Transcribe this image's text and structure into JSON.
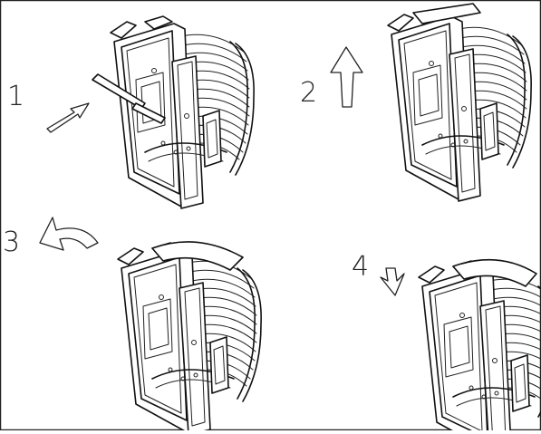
{
  "steps": [
    {
      "number": "1",
      "motion": "insert-diagonal"
    },
    {
      "number": "2",
      "motion": "lift-up"
    },
    {
      "number": "3",
      "motion": "rotate-back"
    },
    {
      "number": "4",
      "motion": "push-down"
    }
  ],
  "colors": {
    "line": "#111111",
    "background": "#ffffff",
    "frame": "#222222"
  }
}
